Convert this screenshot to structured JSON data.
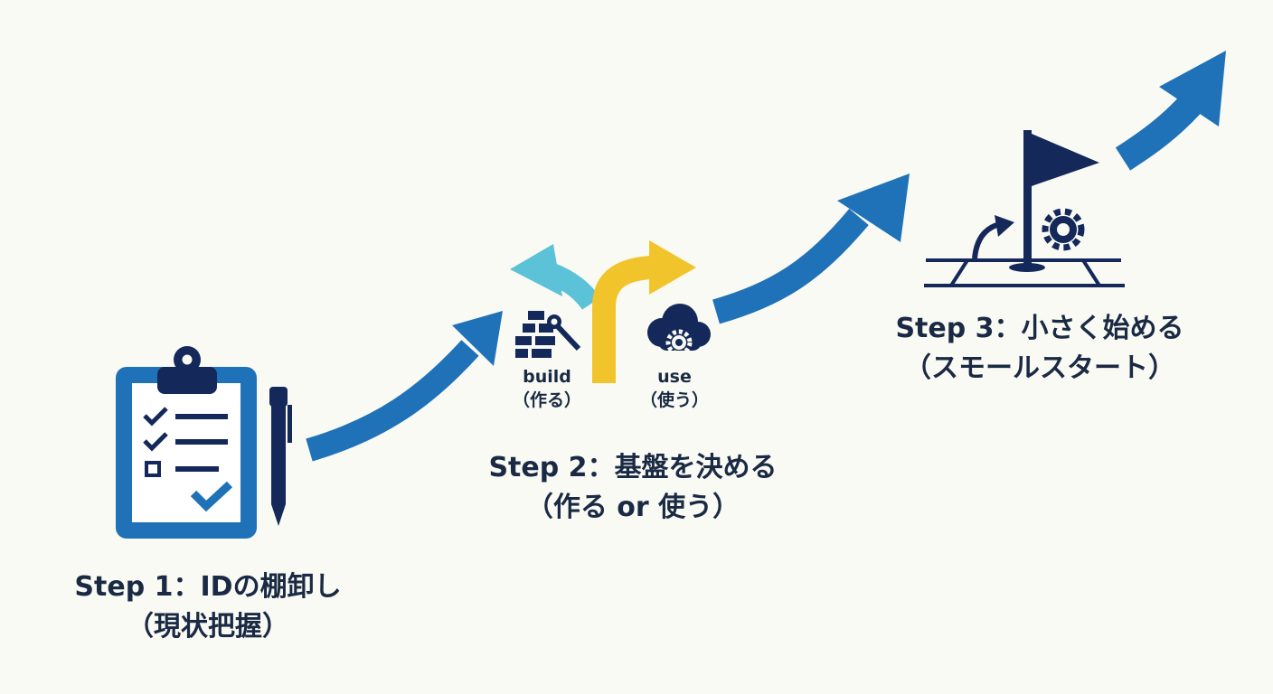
{
  "steps": [
    {
      "title": "Step 1：IDの棚卸し",
      "subtitle": "（現状把握）",
      "icon": "clipboard-checklist-icon"
    },
    {
      "title": "Step 2：基盤を決める",
      "subtitle": "（作る or 使う）",
      "icon": "fork-arrow-icon",
      "options": [
        {
          "label": "build",
          "sublabel": "（作る）",
          "icon": "bricks-wrench-icon"
        },
        {
          "label": "use",
          "sublabel": "（使う）",
          "icon": "cloud-gear-icon"
        }
      ]
    },
    {
      "title": "Step 3：小さく始める",
      "subtitle": "（スモールスタート）",
      "icon": "flag-gear-icon"
    }
  ],
  "colors": {
    "navy": "#14285a",
    "blue": "#1f72b8",
    "cyan": "#5cc2d8",
    "yellow": "#f2c42c",
    "background": "#fafaf4"
  }
}
